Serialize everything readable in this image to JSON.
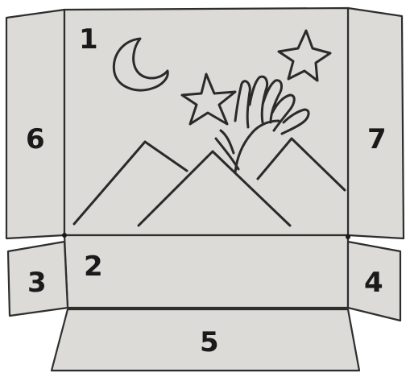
{
  "panels": [
    {
      "id": "back-panel",
      "label": "1"
    },
    {
      "id": "floor-panel",
      "label": "2"
    },
    {
      "id": "left-small-flap",
      "label": "3"
    },
    {
      "id": "right-small-flap",
      "label": "4"
    },
    {
      "id": "front-flap",
      "label": "5"
    },
    {
      "id": "left-wing",
      "label": "6"
    },
    {
      "id": "right-wing",
      "label": "7"
    }
  ],
  "colors": {
    "panel_fill": "#dcdbd8",
    "outline": "#2e2e2e",
    "drawing": "#2a2a2a",
    "label": "#1a1a1a"
  },
  "icons": [
    "crescent-moon-icon",
    "star-icon",
    "star-icon",
    "hand-icon",
    "mountains-icon"
  ]
}
